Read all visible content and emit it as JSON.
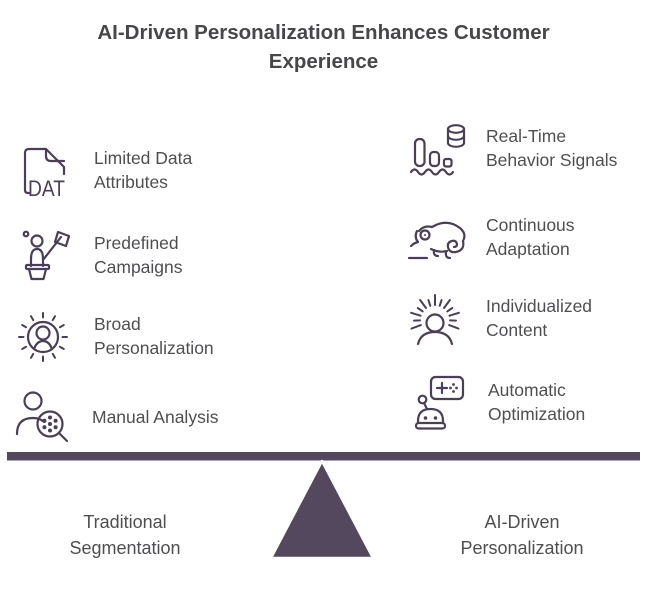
{
  "title_lines": [
    "AI-Driven Personalization Enhances Customer",
    "Experience"
  ],
  "icons": {
    "dat_label": "DAT"
  },
  "left_items": [
    {
      "icon": "data-file-icon",
      "label_lines": [
        "Limited Data",
        "Attributes"
      ]
    },
    {
      "icon": "campaign-flag-icon",
      "label_lines": [
        "Predefined",
        "Campaigns"
      ]
    },
    {
      "icon": "broad-personalization-icon",
      "label_lines": [
        "Broad",
        "Personalization"
      ]
    },
    {
      "icon": "manual-analysis-icon",
      "label_lines": [
        "Manual Analysis"
      ]
    }
  ],
  "right_items": [
    {
      "icon": "realtime-signals-icon",
      "label_lines": [
        "Real-Time",
        "Behavior Signals"
      ]
    },
    {
      "icon": "chameleon-icon",
      "label_lines": [
        "Continuous",
        "Adaptation"
      ]
    },
    {
      "icon": "individualized-content-icon",
      "label_lines": [
        "Individualized",
        "Content"
      ]
    },
    {
      "icon": "robot-controller-icon",
      "label_lines": [
        "Automatic",
        "Optimization"
      ]
    }
  ],
  "balance": {
    "left_label_lines": [
      "Traditional",
      "Segmentation"
    ],
    "right_label_lines": [
      "AI-Driven",
      "Personalization"
    ]
  },
  "colors": {
    "icon_purple": "#4b3e58",
    "beam_purple": "#54485f",
    "title_text": "#47474a",
    "label_text": "#4f4f52"
  }
}
